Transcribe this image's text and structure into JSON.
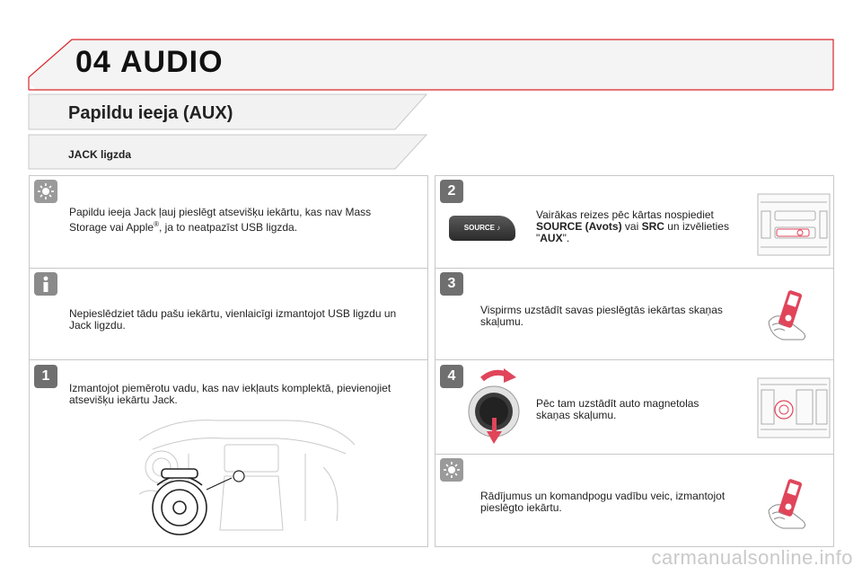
{
  "header": {
    "chapter_number": "04",
    "chapter_title": "AUDIO"
  },
  "section": {
    "title": "Papildu ieeja (AUX)",
    "subtitle": "JACK ligzda"
  },
  "left_panel": {
    "tip_text_1": "Papildu ieeja Jack ļauj pieslēgt atsevišķu iekārtu, kas nav Mass",
    "tip_text_2a": "Storage vai Apple",
    "tip_text_2sup": "®",
    "tip_text_2b": ", ja to neatpazīst USB ligzda.",
    "info_text": "Nepieslēdziet tādu pašu iekārtu, vienlaicīgi izmantojot USB ligzdu un Jack ligzdu.",
    "step1_number": "1",
    "step1_text": "Izmantojot piemērotu vadu, kas nav iekļauts komplektā, pievienojiet atsevišķu iekārtu Jack."
  },
  "right_panel": {
    "step2_number": "2",
    "step2_text_a": "Vairākas reizes pēc kārtas nospiediet",
    "step2_bold_source": "SOURCE (Avots)",
    "step2_vai": " vai ",
    "step2_bold_src": "SRC",
    "step2_text_b": " un izvēlieties",
    "step2_quote_open": "\"",
    "step2_bold_aux": "AUX",
    "step2_quote_close": "\".",
    "source_button_label": "SOURCE",
    "step3_number": "3",
    "step3_text": "Vispirms uzstādīt savas pieslēgtās iekārtas skaņas skaļumu.",
    "step4_number": "4",
    "step4_text": "Pēc tam uzstādīt auto magnetolas skaņas skaļumu.",
    "tip2_text": "Rādījumus un komandpogu vadību veic, izmantojot pieslēgto iekārtu."
  },
  "watermark": "carmanualsonline.info",
  "colors": {
    "accent_red": "#d9252b",
    "badge_grey": "#6f6f6f",
    "player_red": "#e0455a"
  }
}
